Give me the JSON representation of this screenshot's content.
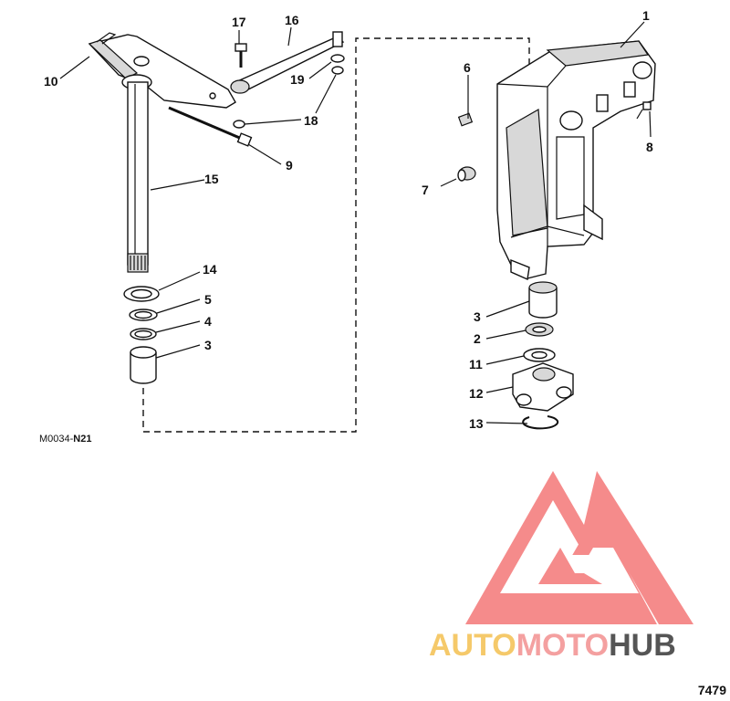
{
  "diagram": {
    "callouts": [
      {
        "id": "c1",
        "label": "1"
      },
      {
        "id": "c2",
        "label": "2"
      },
      {
        "id": "c3a",
        "label": "3"
      },
      {
        "id": "c3b",
        "label": "3"
      },
      {
        "id": "c4",
        "label": "4"
      },
      {
        "id": "c5",
        "label": "5"
      },
      {
        "id": "c6",
        "label": "6"
      },
      {
        "id": "c7",
        "label": "7"
      },
      {
        "id": "c8",
        "label": "8"
      },
      {
        "id": "c9",
        "label": "9"
      },
      {
        "id": "c10",
        "label": "10"
      },
      {
        "id": "c11",
        "label": "11"
      },
      {
        "id": "c12",
        "label": "12"
      },
      {
        "id": "c13",
        "label": "13"
      },
      {
        "id": "c14",
        "label": "14"
      },
      {
        "id": "c15",
        "label": "15"
      },
      {
        "id": "c16",
        "label": "16"
      },
      {
        "id": "c17",
        "label": "17"
      },
      {
        "id": "c18",
        "label": "18"
      },
      {
        "id": "c19",
        "label": "19"
      }
    ],
    "drawing_code_prefix": "M0034-",
    "drawing_code_suffix": "N21",
    "page_number": "7479"
  },
  "watermark": {
    "part1": "AUTO",
    "part2": "MOTO",
    "part3": "HUB",
    "colors": {
      "auto": "#f5c96a",
      "moto": "#f4a0a0",
      "hub": "#555555",
      "logo": "#f47f7f"
    }
  }
}
